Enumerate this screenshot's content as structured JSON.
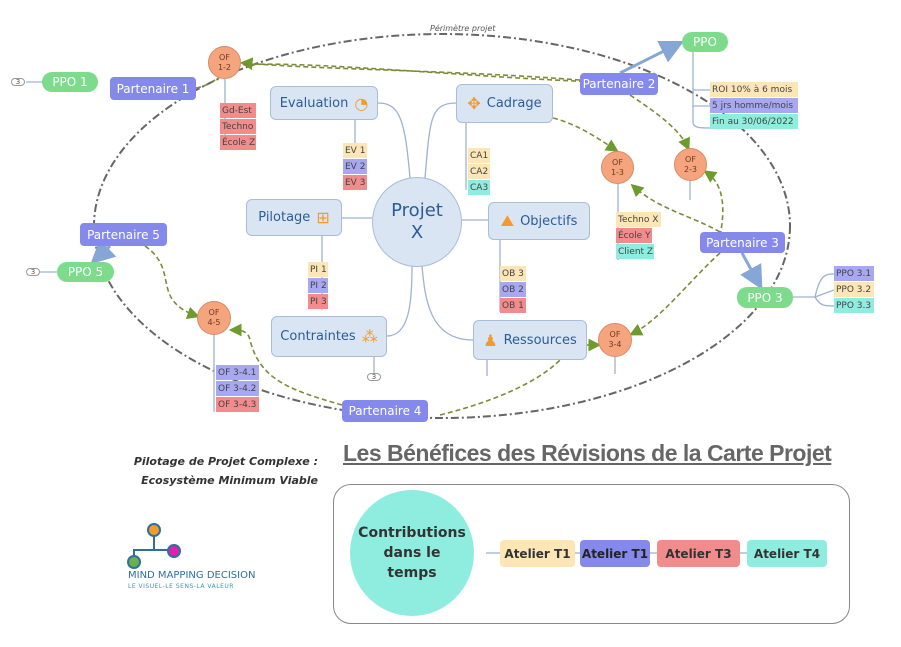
{
  "perimeter_label": "Périmètre projet",
  "center": {
    "line1": "Projet",
    "line2": "X"
  },
  "branches": {
    "evaluation": "Evaluation",
    "cadrage": "Cadrage",
    "pilotage": "Pilotage",
    "objectifs": "Objectifs",
    "contraintes": "Contraintes",
    "ressources": "Ressources"
  },
  "ev": [
    "EV 1",
    "EV 2",
    "EV 3"
  ],
  "ca": [
    "CA1",
    "CA2",
    "CA3"
  ],
  "pi": [
    "PI 1",
    "PI 2",
    "PI 3"
  ],
  "ob": [
    "OB 3",
    "OB 2",
    "OB 1"
  ],
  "partners": [
    "Partenaire 1",
    "Partenaire 2",
    "Partenaire 3",
    "Partenaire 4",
    "Partenaire 5"
  ],
  "ppo": {
    "p1": "PPO 1",
    "p2": "PPO",
    "p3": "PPO 3",
    "p5": "PPO 5"
  },
  "ppo2_items": [
    "ROI 10% à 6 mois",
    "5 jrs homme/mois",
    "Fin au 30/06/2022"
  ],
  "ppo3_items": [
    "PPO 3.1",
    "PPO 3.2",
    "PPO 3.3"
  ],
  "of": {
    "of12": [
      "OF",
      "1-2"
    ],
    "of13": [
      "OF",
      "1-3"
    ],
    "of23": [
      "OF",
      "2-3"
    ],
    "of45": [
      "OF",
      "4-5"
    ],
    "of34": [
      "OF",
      "3-4"
    ]
  },
  "of12_items": [
    "Gd-Est",
    "Techno",
    "École Z"
  ],
  "of13_items": [
    "Techno X",
    "École Y",
    "Client Z"
  ],
  "of45_items": [
    "OF 3-4.1",
    "OF 3-4.2",
    "OF 3-4.3"
  ],
  "collapsed_count": "3",
  "footer": {
    "subtitle1": "Pilotage de Projet Complexe :",
    "subtitle2": "Ecosystème Minimum Viable",
    "logo_name": "MIND MAPPING DECISION",
    "logo_tagline": "LE VISUEL-LE SENS-LA VALEUR",
    "title": "Les Bénéfices des Révisions de la Carte Projet",
    "contrib": "Contributions dans le temps",
    "ateliers": [
      "Atelier T1",
      "Atelier T1",
      "Atelier T3",
      "Atelier T4"
    ]
  },
  "colors": {
    "partner": "#8589EC",
    "ppo": "#7DDB8C",
    "of": "#F5A47E",
    "yellow": "#FCE6B6",
    "violet": "#A8A8F2",
    "red": "#F28C8C",
    "teal": "#8FEDE0"
  }
}
